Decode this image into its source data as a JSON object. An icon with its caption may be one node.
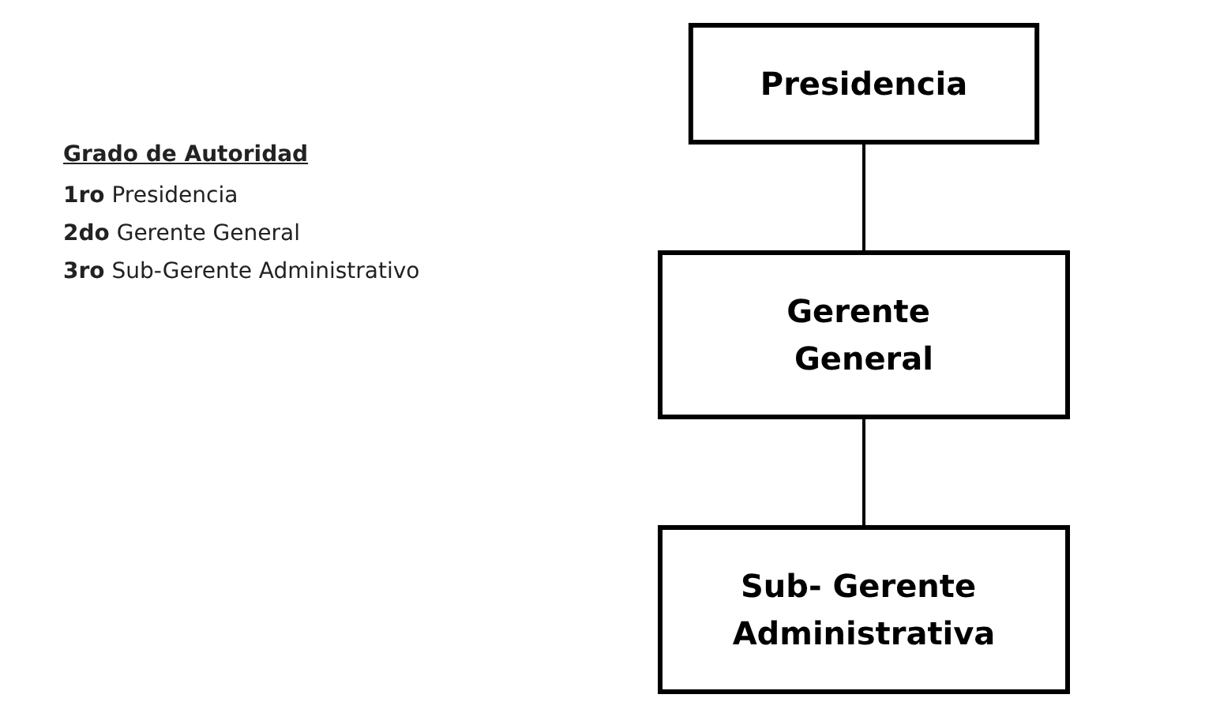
{
  "diagram": {
    "nodes": [
      {
        "text": [
          "Presidencia"
        ]
      },
      {
        "text": [
          "Gerente General"
        ]
      },
      {
        "text": [
          "Sub- Gerente Administrativa"
        ]
      }
    ],
    "edges": [
      {
        "from": 0,
        "to": 1,
        "arrow": "none"
      },
      {
        "from": 1,
        "to": 2,
        "arrow": "none"
      }
    ],
    "labels": [
      "Grado de Autoridad",
      "**1ro** Presidencia",
      "**2do** Gerente General",
      "**3ro** Sub-Gerente Administrativo"
    ]
  }
}
